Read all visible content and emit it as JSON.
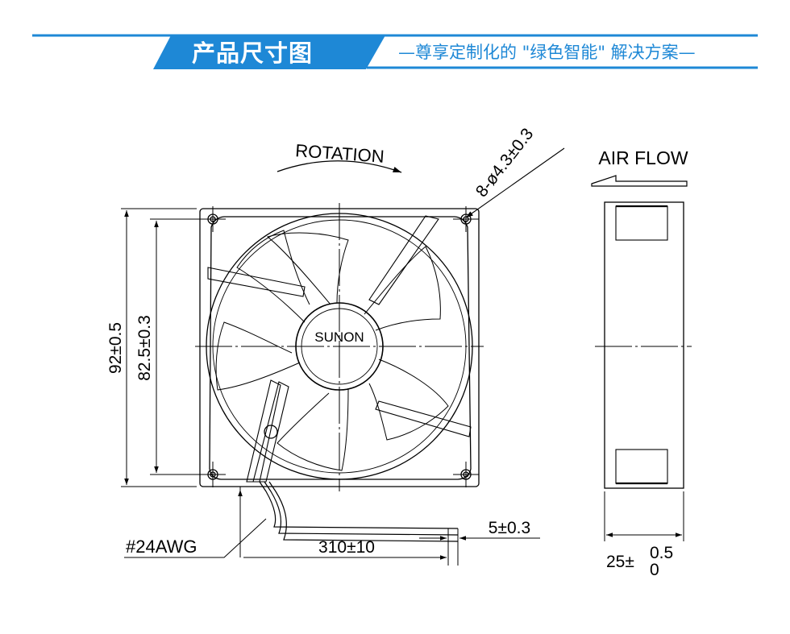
{
  "header": {
    "title": "产品尺寸图",
    "subtitle": "—尊享定制化的 \"绿色智能\" 解决方案—",
    "accent_color": "#1e88d6"
  },
  "drawing": {
    "rotation_label": "ROTATION",
    "hole_spec": "8-ø4.3±0.3",
    "airflow_label": "AIR FLOW",
    "brand_label": "SUNON",
    "height_outer": "92±0.5",
    "height_hole_pitch": "82.5±0.3",
    "wire_gauge": "#24AWG",
    "lead_length": "310±10",
    "strip_length": "5±0.3",
    "thickness_base": "25±",
    "thickness_tol_upper": "0.5",
    "thickness_tol_lower": "0"
  }
}
